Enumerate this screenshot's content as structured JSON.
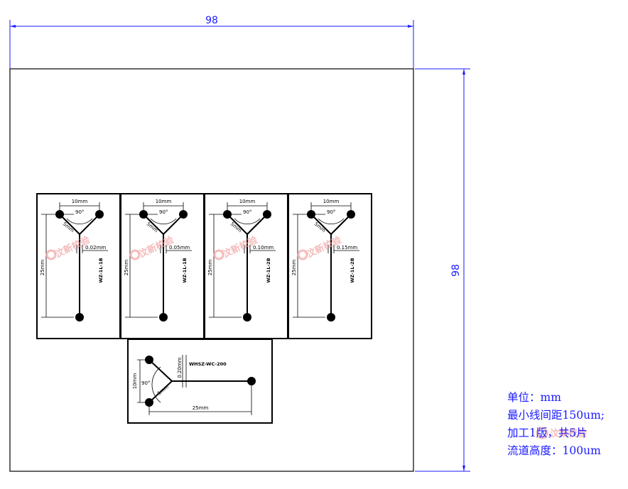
{
  "dimensions": {
    "width_label": "98",
    "height_label": "98"
  },
  "chips": [
    {
      "top_width": "10mm",
      "angle": "90°",
      "branch": "5mm",
      "channel_width": "0.02mm",
      "length": "25mm",
      "code": "WZ-1L-1B"
    },
    {
      "top_width": "10mm",
      "angle": "90°",
      "branch": "5mm",
      "channel_width": "0.05mm",
      "length": "25mm",
      "code": "WZ-1L-1B"
    },
    {
      "top_width": "10mm",
      "angle": "90°",
      "branch": "5mm",
      "channel_width": "0.10mm",
      "length": "25mm",
      "code": "WZ-1L-2B"
    },
    {
      "top_width": "10mm",
      "angle": "90°",
      "branch": "5mm",
      "channel_width": "0.15mm",
      "length": "25mm",
      "code": "WZ-1L-2B"
    }
  ],
  "bottom_chip": {
    "code": "WHSZ-WC-200",
    "channel_width": "0.20mm",
    "height": "10mm",
    "angle": "90°",
    "branch": "5mm",
    "length": "25mm"
  },
  "watermark": {
    "text": "汶新校验"
  },
  "notes": {
    "unit": "单位：mm",
    "min_spacing": "最小线间距150um;",
    "processing": "加工1版，共5片",
    "channel_height": "流道高度：100um"
  }
}
